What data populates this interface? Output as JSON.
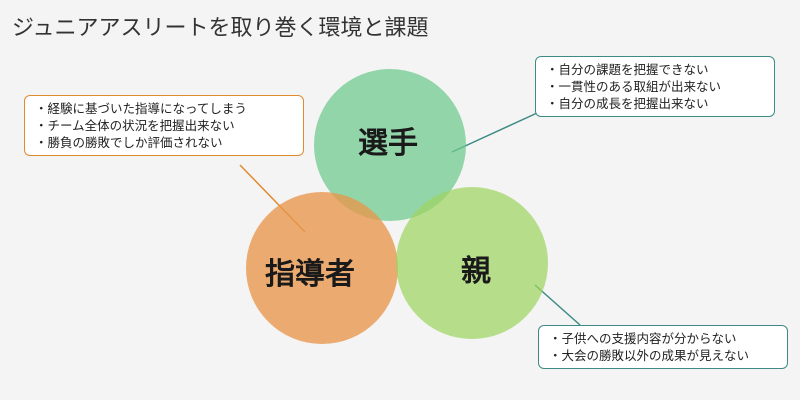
{
  "title": "ジュニアアスリートを取り巻く環境と課題",
  "circles": {
    "athlete": {
      "label": "選手",
      "color": "#6cc98c"
    },
    "coach": {
      "label": "指導者",
      "color": "#e8964a"
    },
    "parent": {
      "label": "親",
      "color": "#9ed45f"
    }
  },
  "callouts": {
    "athlete": {
      "items": [
        "自分の課題を把握できない",
        "一貫性のある取組が出来ない",
        "自分の成長を把握出来ない"
      ]
    },
    "coach": {
      "items": [
        "経験に基づいた指導になってしまう",
        "チーム全体の状況を把握出来ない",
        "勝負の勝敗でしか評価されない"
      ]
    },
    "parent": {
      "items": [
        "子供への支援内容が分からない",
        "大会の勝敗以外の成果が見えない"
      ]
    }
  },
  "colors": {
    "coach_border": "#e08a2e",
    "athlete_border": "#3e8a84",
    "parent_border": "#3e8a84"
  }
}
